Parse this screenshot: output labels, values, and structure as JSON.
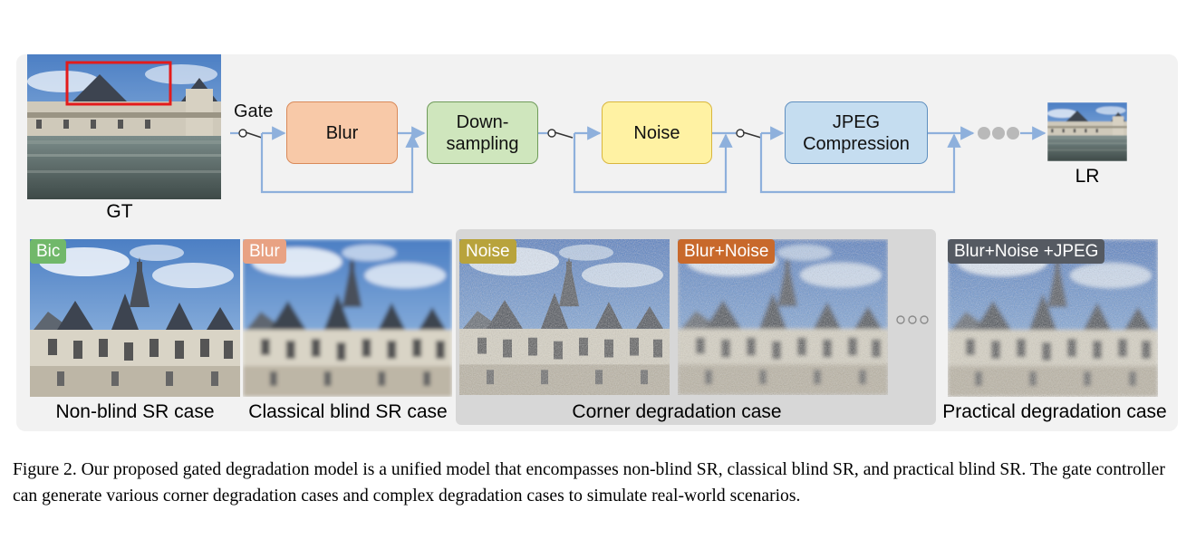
{
  "pipeline": {
    "gt_label": "GT",
    "lr_label": "LR",
    "gate_label": "Gate",
    "blocks": {
      "blur": "Blur",
      "downsampling_line1": "Down-",
      "downsampling_line2": "sampling",
      "noise": "Noise",
      "jpeg_line1": "JPEG",
      "jpeg_line2": "Compression"
    },
    "colors": {
      "blur": "#f8c9a8",
      "downsampling": "#cfe6bd",
      "noise": "#fff2a3",
      "jpeg": "#c5ddf0",
      "arrow": "#8eb0dc",
      "highlight_box": "#e31b1b"
    }
  },
  "examples": [
    {
      "tag": "Bic",
      "tag_color": "#71b86a"
    },
    {
      "tag": "Blur",
      "tag_color": "#e8a283"
    },
    {
      "tag": "Noise",
      "tag_color": "#b8a33c"
    },
    {
      "tag": "Blur+Noise",
      "tag_color": "#c8692b"
    },
    {
      "tag": "Blur+Noise +JPEG",
      "tag_color": "#555a62"
    }
  ],
  "cases": {
    "non_blind": "Non-blind SR case",
    "classical": "Classical blind SR case",
    "corner": "Corner degradation case",
    "practical": "Practical degradation case"
  },
  "caption": "Figure 2. Our proposed gated degradation model is a unified model that encompasses non-blind SR, classical blind SR, and practical blind SR. The gate controller can generate various corner degradation cases and complex degradation cases to simulate real-world scenarios."
}
